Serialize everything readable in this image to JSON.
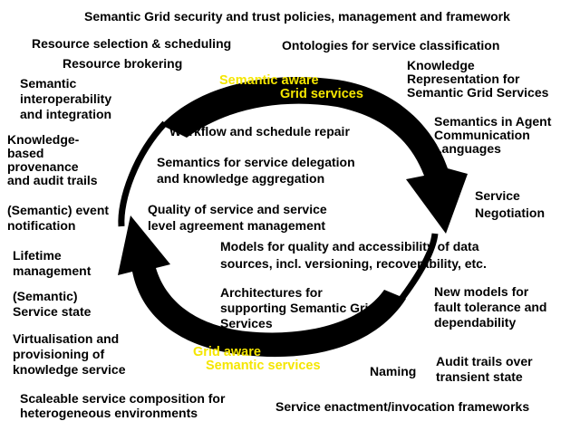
{
  "colors": {
    "background": "#ffffff",
    "text": "#000000",
    "arrow": "#000000",
    "highlight_text": "#f5e600"
  },
  "header": {
    "title": "Semantic Grid security and trust policies, management and framework"
  },
  "left": {
    "resource_selection": "Resource selection & scheduling",
    "resource_brokering": "Resource brokering",
    "semantic_interop": [
      "Semantic",
      "interoperability",
      "and integration"
    ],
    "provenance": [
      "Knowledge-",
      "based",
      "provenance",
      "and audit trails"
    ],
    "event_notification": [
      "(Semantic) event",
      "notification"
    ],
    "lifetime": [
      "Lifetime",
      "management"
    ],
    "service_state": [
      "(Semantic)",
      "Service state"
    ],
    "virtualisation": [
      "Virtualisation and",
      "provisioning of",
      "knowledge service"
    ],
    "scaleable_composition": [
      "Scaleable service composition for",
      "heterogeneous environments"
    ]
  },
  "right": {
    "ontologies": "Ontologies for service classification",
    "knowledge_representation": [
      "Knowledge",
      "Representation for",
      "Semantic Grid Services"
    ],
    "agent_languages": [
      "Semantics in Agent",
      "Communication",
      "Languages"
    ],
    "negotiation": [
      "Service",
      "Negotiation"
    ],
    "fault_tolerance": [
      "New models for",
      "fault tolerance and",
      "dependability"
    ],
    "audit_transient": [
      "Audit trails over",
      "transient state"
    ],
    "enactment": "Service enactment/invocation frameworks"
  },
  "center": {
    "workflow": "Workflow and schedule repair",
    "delegation": [
      "Semantics for service delegation",
      "and knowledge aggregation"
    ],
    "qos": [
      "Quality of service and service",
      "level agreement management"
    ],
    "data_models": [
      "Models for quality and accessibility of data",
      "sources, incl. versioning, recoverability, etc."
    ],
    "architectures": [
      "Architectures for",
      "supporting Semantic Grid",
      "Services"
    ],
    "naming": "Naming"
  },
  "arrows": {
    "top": [
      "Semantic aware",
      "Grid services"
    ],
    "bottom": [
      "Grid aware",
      "Semantic services"
    ]
  }
}
